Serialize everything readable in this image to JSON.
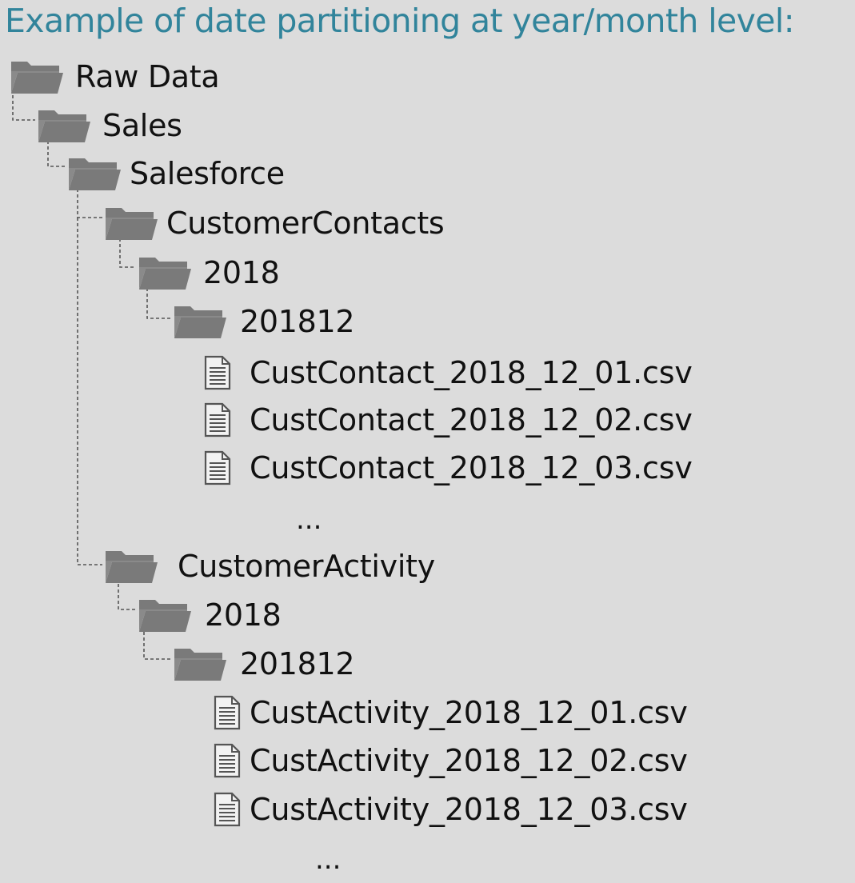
{
  "title": "Example of date partitioning at year/month level:",
  "tree": {
    "raw_data": "Raw Data",
    "sales": "Sales",
    "salesforce": "Salesforce",
    "customer_contacts": {
      "label": "CustomerContacts",
      "year": "2018",
      "month": "201812",
      "files": [
        "CustContact_2018_12_01.csv",
        "CustContact_2018_12_02.csv",
        "CustContact_2018_12_03.csv"
      ],
      "more": "..."
    },
    "customer_activity": {
      "label": "CustomerActivity",
      "year": "2018",
      "month": "201812",
      "files": [
        "CustActivity_2018_12_01.csv",
        "CustActivity_2018_12_02.csv",
        "CustActivity_2018_12_03.csv"
      ],
      "more": "..."
    }
  },
  "icons": {
    "folder": "folder-icon",
    "file": "file-icon"
  },
  "colors": {
    "background": "#dcdcdc",
    "title": "#31849b",
    "folder": "#7a7a7a",
    "connector": "#555555"
  }
}
